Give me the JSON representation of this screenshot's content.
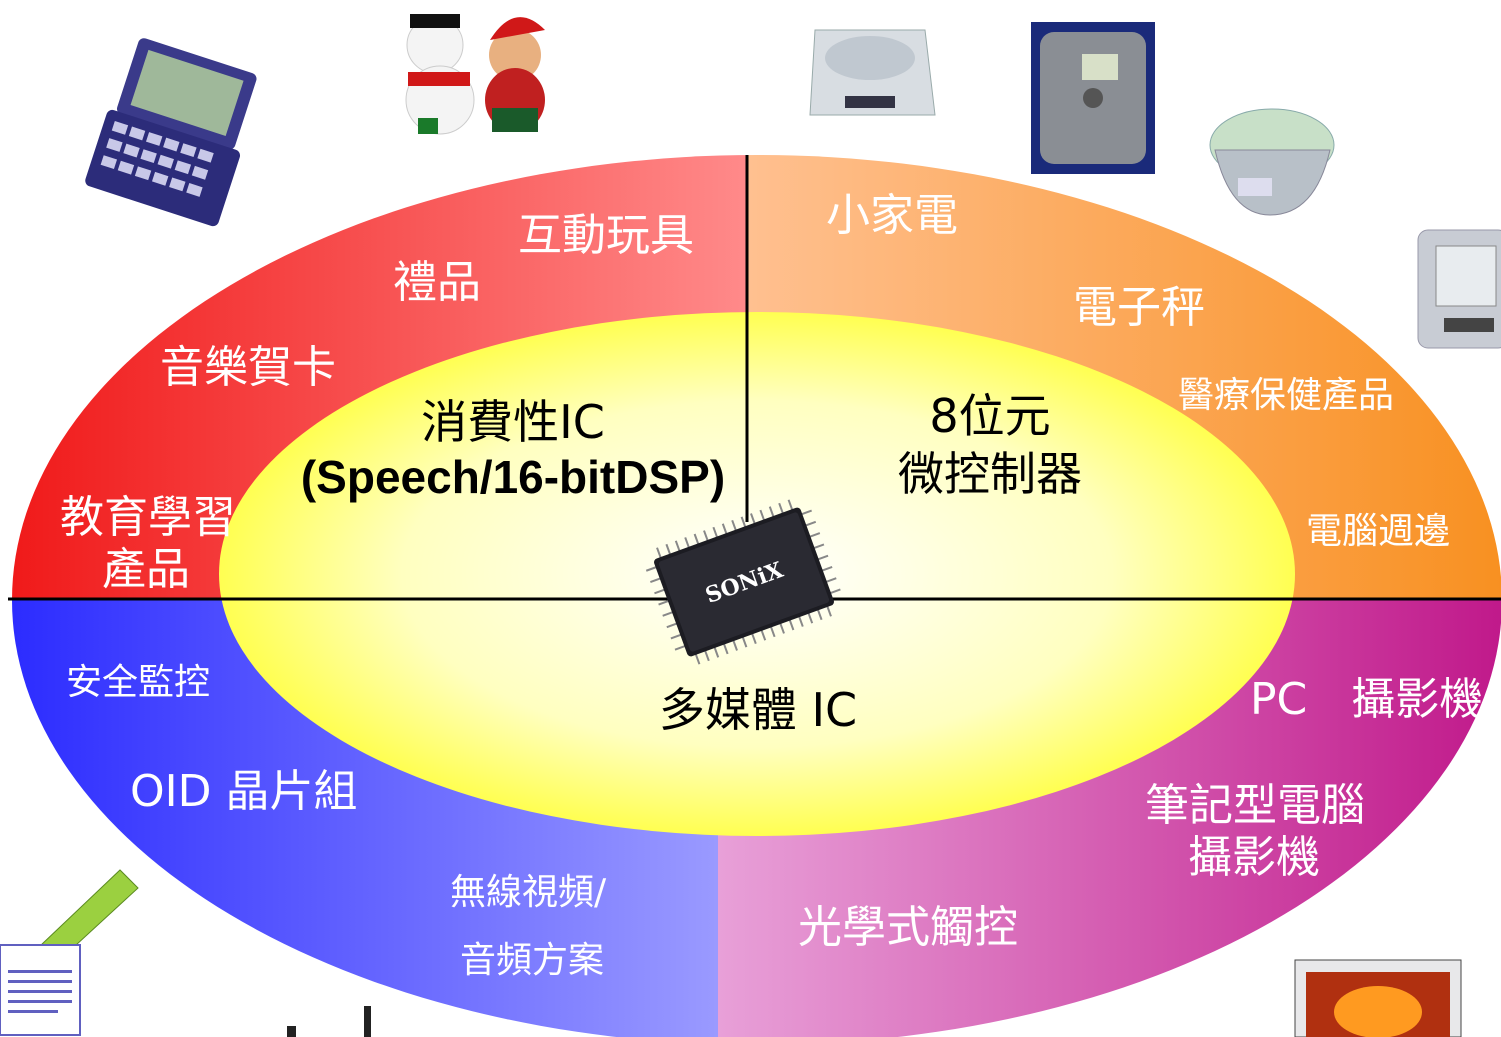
{
  "quadrants": {
    "top_left": {
      "labels": [
        "互動玩具",
        "禮品",
        "音樂賀卡",
        "教育學習",
        "產品"
      ],
      "core": [
        "消費性IC",
        "(Speech/16-bitDSP)"
      ]
    },
    "top_right": {
      "labels": [
        "小家電",
        "電子秤",
        "醫療保健產品",
        "電腦週邊"
      ],
      "core": [
        "8位元",
        "微控制器"
      ]
    },
    "bottom": {
      "core": "多媒體 IC"
    },
    "bottom_left": {
      "labels": [
        "安全監控",
        "OID 晶片組",
        "無線視頻/",
        "音頻方案"
      ]
    },
    "bottom_right": {
      "labels": [
        "PC　攝影機",
        "筆記型電腦",
        "攝影機",
        "光學式觸控"
      ]
    }
  },
  "chip": {
    "brand": "SONiX"
  },
  "colors": {
    "red": "#f23a3a",
    "orange": "#f9a548",
    "blue": "#3535ff",
    "magenta": "#c8279a",
    "inner_yellow": "#ffff22"
  },
  "pictures": [
    "electronic-dictionary-icon",
    "plush-toys-icon",
    "kitchen-scale-icon",
    "body-scale-icon",
    "glass-scale-icon",
    "blood-pressure-monitor-icon",
    "reading-pen-icon",
    "camera-device-icon"
  ]
}
